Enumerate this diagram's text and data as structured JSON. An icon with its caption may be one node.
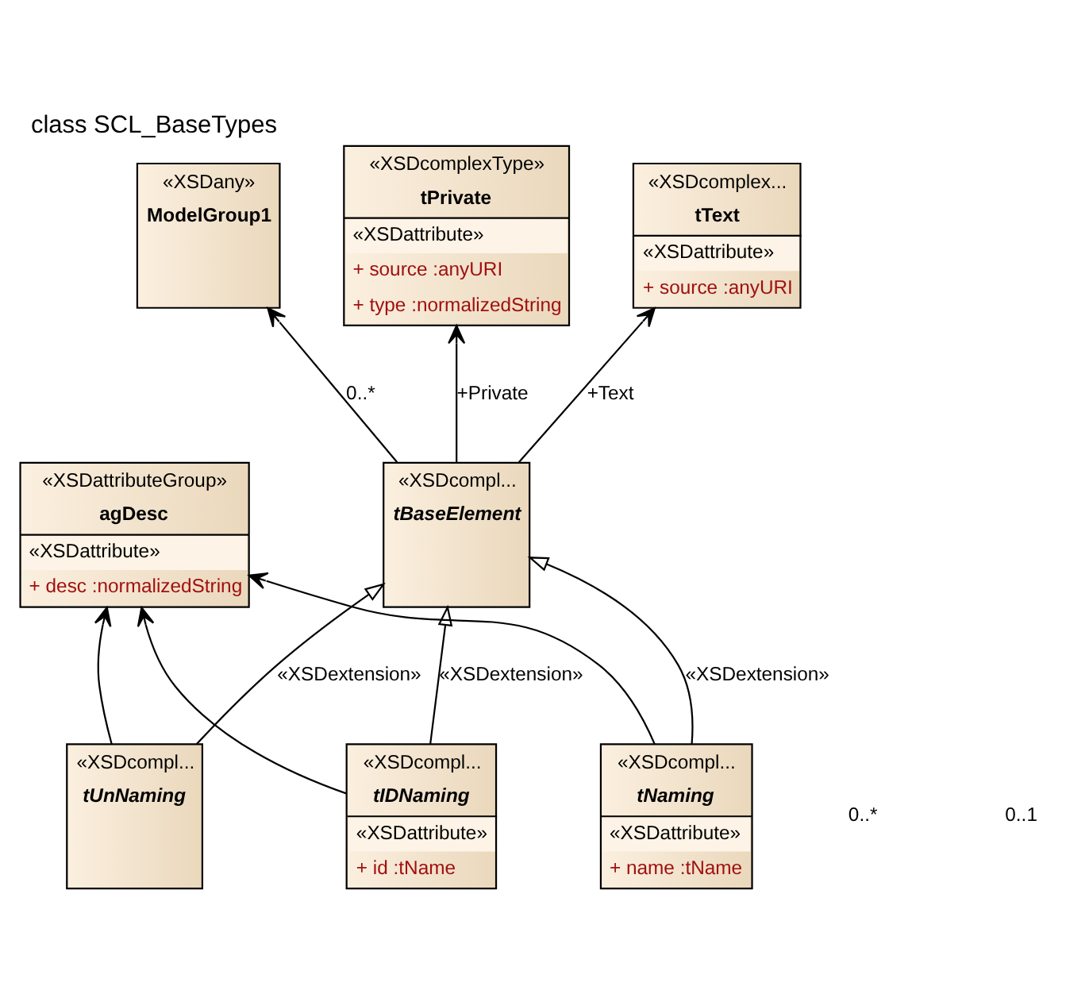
{
  "diagram": {
    "title": "class SCL_BaseTypes",
    "nodes": [
      {
        "text": [
          "«XSDany»",
          "ModelGroup1"
        ]
      },
      {
        "text": [
          "«XSDcomplexType»",
          "tPrivate",
          "«XSDattribute»",
          "+ source :anyURI",
          "+ type :normalizedString"
        ]
      },
      {
        "text": [
          "«XSDcomplex...",
          "tText",
          "«XSDattribute»",
          "+ source :anyURI"
        ]
      },
      {
        "text": [
          "«XSDcompl...",
          "tBaseElement"
        ]
      },
      {
        "text": [
          "«XSDattributeGroup»",
          "agDesc",
          "«XSDattribute»",
          "+ desc :normalizedString"
        ]
      },
      {
        "text": [
          "«XSDcompl...",
          "tUnNaming"
        ]
      },
      {
        "text": [
          "«XSDcompl...",
          "tNaming",
          "«XSDattribute»",
          "+ name :tName"
        ]
      },
      {
        "text": [
          "«XSDcompl...",
          "tIDNaming",
          "«XSDattribute»",
          "+ id :tName"
        ]
      }
    ],
    "edges": [
      {
        "from": 3,
        "to": 0,
        "arrow": "to",
        "label": "0..*"
      },
      {
        "from": 3,
        "to": 1,
        "arrow": "to",
        "label": "+Private"
      },
      {
        "from": 3,
        "to": 2,
        "arrow": "to",
        "label": "+Text"
      },
      {
        "from": 5,
        "to": 3,
        "arrow": "to",
        "label": "«XSDextension»"
      },
      {
        "from": 5,
        "to": 4,
        "arrow": "to"
      },
      {
        "from": 6,
        "to": 3,
        "arrow": "to",
        "label": "«XSDextension»"
      },
      {
        "from": 6,
        "to": 4,
        "arrow": "to"
      },
      {
        "from": 7,
        "to": 3,
        "arrow": "to",
        "label": "«XSDextension»"
      },
      {
        "from": 7,
        "to": 4,
        "arrow": "to"
      }
    ],
    "labels": [
      "0..*",
      "0..1"
    ]
  }
}
